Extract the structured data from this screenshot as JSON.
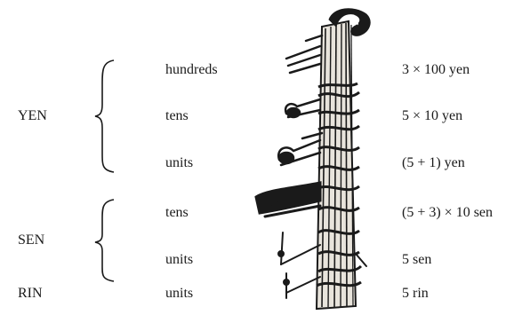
{
  "groups": [
    {
      "name": "YEN"
    },
    {
      "name": "SEN"
    },
    {
      "name": "RIN"
    }
  ],
  "rows": [
    {
      "place": "hundreds",
      "value": "3 × 100 yen"
    },
    {
      "place": "tens",
      "value": "5 × 10 yen"
    },
    {
      "place": "units",
      "value": "(5 + 1) yen"
    },
    {
      "place": "tens",
      "value": "(5 + 3) × 10 sen"
    },
    {
      "place": "units",
      "value": "5 sen"
    },
    {
      "place": "units",
      "value": "5 rin"
    }
  ],
  "colors": {
    "ink": "#1a1a1a",
    "paper": "#ffffff",
    "straw": "#e8e4dc"
  }
}
